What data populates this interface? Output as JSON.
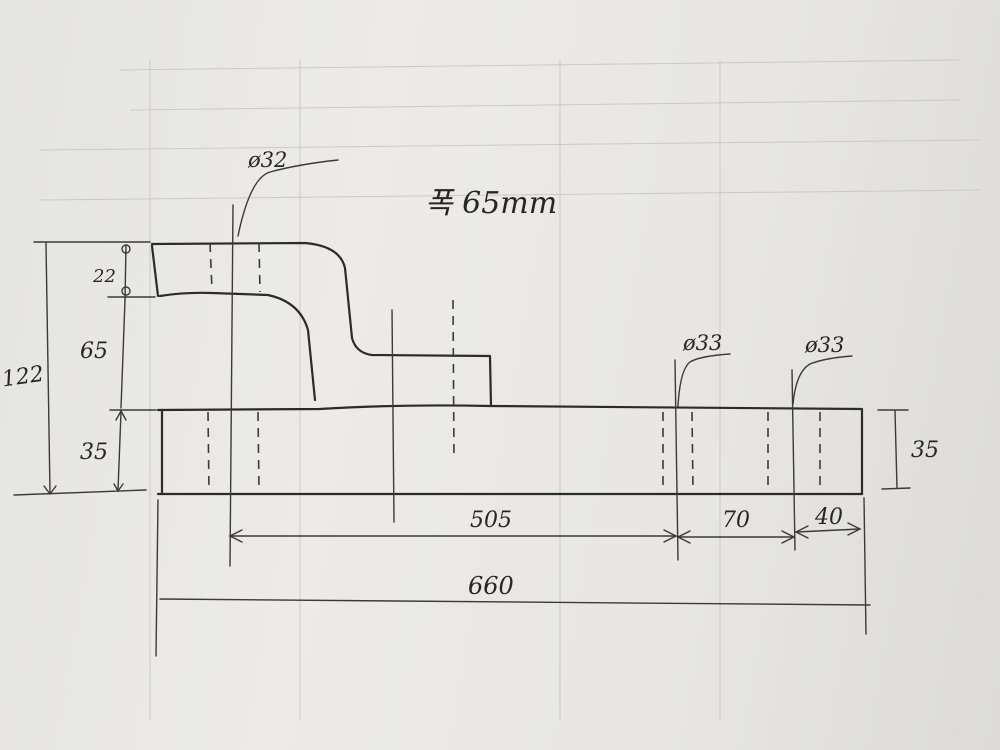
{
  "note": {
    "width_label": "폭 65mm"
  },
  "dimensions": {
    "total_height": "122",
    "top_thickness": "22",
    "middle_height": "65",
    "base_height_left": "35",
    "base_height_right": "35",
    "span_505": "505",
    "span_70": "70",
    "span_40": "40",
    "overall_length": "660"
  },
  "holes": {
    "left_hole": "ø32",
    "hole_a": "ø33",
    "hole_b": "ø33"
  }
}
